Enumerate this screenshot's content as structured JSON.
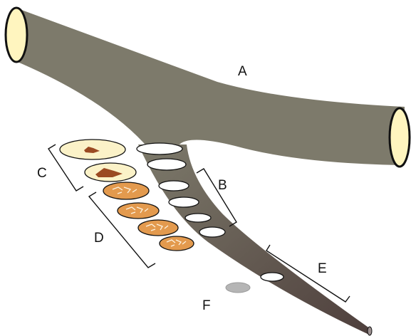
{
  "labels": {
    "a": "A",
    "b": "B",
    "c": "C",
    "d": "D",
    "e": "E",
    "f": "F"
  },
  "colors": {
    "branch_main": "#7d7a6b",
    "branch_tip": "#4e3f3c",
    "cut_face": "#fff5bf",
    "outline": "#111111",
    "cross_section_fill": "#fbf2c8",
    "tissue_patch": "#9b4a22",
    "stained_section": "#e39a4e",
    "hole": "#ffffff",
    "loose_section": "#b5b5b5",
    "bracket": "#111111"
  },
  "icons": {
    "cross_section_c": "pale-disc-with-brown-patch",
    "cross_section_d": "orange-disc-with-white-scribbles"
  }
}
